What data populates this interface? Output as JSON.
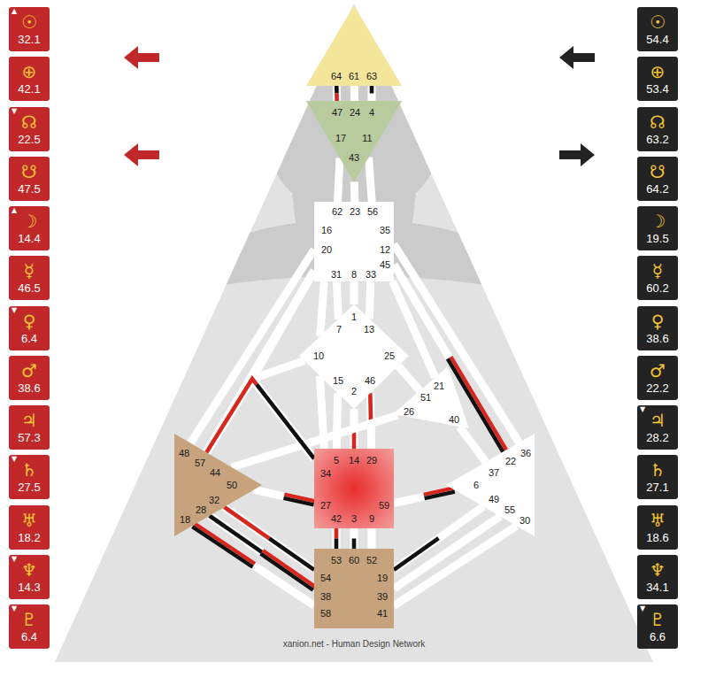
{
  "diagram": {
    "nodes": [
      {
        "text": [
          "▲",
          "☉",
          "32.1"
        ]
      },
      {
        "text": [
          "⊕",
          "42.1"
        ]
      },
      {
        "text": [
          "▼",
          "☊",
          "22.5"
        ]
      },
      {
        "text": [
          "☋",
          "47.5"
        ]
      },
      {
        "text": [
          "▲",
          "☽",
          "14.4"
        ]
      },
      {
        "text": [
          "☿",
          "46.5"
        ]
      },
      {
        "text": [
          "▼",
          "♀",
          "6.4"
        ]
      },
      {
        "text": [
          "♂",
          "38.6"
        ]
      },
      {
        "text": [
          "♃",
          "57.3"
        ]
      },
      {
        "text": [
          "▼",
          "♄",
          "27.5"
        ]
      },
      {
        "text": [
          "♅",
          "18.2"
        ]
      },
      {
        "text": [
          "▼",
          "♆",
          "14.3"
        ]
      },
      {
        "text": [
          "▼",
          "♇",
          "6.4"
        ]
      },
      {
        "text": [
          "64",
          "61",
          "63"
        ]
      },
      {
        "text": [
          "47",
          "24",
          "4",
          "17",
          "11",
          "43"
        ]
      },
      {
        "text": [
          "62",
          "23",
          "56",
          "16",
          "35",
          "20",
          "12",
          "45",
          "31",
          "8",
          "33"
        ]
      },
      {
        "text": [
          "1",
          "7",
          "13",
          "10",
          "25",
          "15",
          "2",
          "46"
        ]
      },
      {
        "text": [
          "21",
          "51",
          "26",
          "40"
        ]
      },
      {
        "text": [
          "48",
          "57",
          "44",
          "50",
          "32",
          "28",
          "18"
        ]
      },
      {
        "text": [
          "5",
          "14",
          "29",
          "34",
          "27",
          "59",
          "42",
          "3",
          "9"
        ]
      },
      {
        "text": [
          "36",
          "22",
          "37",
          "6",
          "49",
          "55",
          "30"
        ]
      },
      {
        "text": [
          "53",
          "60",
          "52",
          "54",
          "19",
          "38",
          "39",
          "58",
          "41"
        ]
      },
      {
        "text": [
          "☉",
          "54.4"
        ]
      },
      {
        "text": [
          "⊕",
          "53.4"
        ]
      },
      {
        "text": [
          "☊",
          "63.2"
        ]
      },
      {
        "text": [
          "☋",
          "64.2"
        ]
      },
      {
        "text": [
          "☽",
          "19.5"
        ]
      },
      {
        "text": [
          "☿",
          "60.2"
        ]
      },
      {
        "text": [
          "♀",
          "38.6"
        ]
      },
      {
        "text": [
          "♂",
          "22.2"
        ]
      },
      {
        "text": [
          "▼",
          "♃",
          "28.2"
        ]
      },
      {
        "text": [
          "♄",
          "27.1"
        ]
      },
      {
        "text": [
          "♅",
          "18.6"
        ]
      },
      {
        "text": [
          "♆",
          "34.1"
        ]
      },
      {
        "text": [
          "▼",
          "♇",
          "6.6"
        ]
      }
    ],
    "edges": [
      {
        "from": 13,
        "to": 14,
        "arrow": "none"
      },
      {
        "from": 13,
        "to": 14,
        "arrow": "none"
      },
      {
        "from": 13,
        "to": 14,
        "arrow": "none"
      },
      {
        "from": 14,
        "to": 15,
        "arrow": "none"
      },
      {
        "from": 14,
        "to": 15,
        "arrow": "none"
      },
      {
        "from": 14,
        "to": 15,
        "arrow": "none"
      },
      {
        "from": 15,
        "to": 16,
        "arrow": "none"
      },
      {
        "from": 15,
        "to": 16,
        "arrow": "none"
      },
      {
        "from": 15,
        "to": 16,
        "arrow": "none"
      },
      {
        "from": 15,
        "to": 18,
        "arrow": "none"
      },
      {
        "from": 15,
        "to": 18,
        "arrow": "none"
      },
      {
        "from": 15,
        "to": 16,
        "arrow": "none"
      },
      {
        "from": 15,
        "to": 19,
        "arrow": "none"
      },
      {
        "from": 15,
        "to": 17,
        "arrow": "none"
      },
      {
        "from": 15,
        "to": 20,
        "arrow": "none"
      },
      {
        "from": 15,
        "to": 20,
        "arrow": "none"
      },
      {
        "from": 16,
        "to": 18,
        "arrow": "none"
      },
      {
        "from": 16,
        "to": 19,
        "arrow": "none"
      },
      {
        "from": 16,
        "to": 19,
        "arrow": "none"
      },
      {
        "from": 16,
        "to": 19,
        "arrow": "none"
      },
      {
        "from": 16,
        "to": 19,
        "arrow": "none"
      },
      {
        "from": 16,
        "to": 17,
        "arrow": "none"
      },
      {
        "from": 17,
        "to": 18,
        "arrow": "none"
      },
      {
        "from": 17,
        "to": 20,
        "arrow": "none"
      },
      {
        "from": 18,
        "to": 19,
        "arrow": "none"
      },
      {
        "from": 18,
        "to": 19,
        "arrow": "none"
      },
      {
        "from": 18,
        "to": 21,
        "arrow": "none"
      },
      {
        "from": 18,
        "to": 21,
        "arrow": "none"
      },
      {
        "from": 18,
        "to": 21,
        "arrow": "none"
      },
      {
        "from": 19,
        "to": 20,
        "arrow": "none"
      },
      {
        "from": 19,
        "to": 21,
        "arrow": "none"
      },
      {
        "from": 19,
        "to": 21,
        "arrow": "none"
      },
      {
        "from": 19,
        "to": 21,
        "arrow": "none"
      },
      {
        "from": 20,
        "to": 21,
        "arrow": "none"
      },
      {
        "from": 20,
        "to": 21,
        "arrow": "none"
      },
      {
        "from": 20,
        "to": 21,
        "arrow": "none"
      }
    ],
    "labels": [
      "xanion.net - Human Design Network"
    ]
  }
}
